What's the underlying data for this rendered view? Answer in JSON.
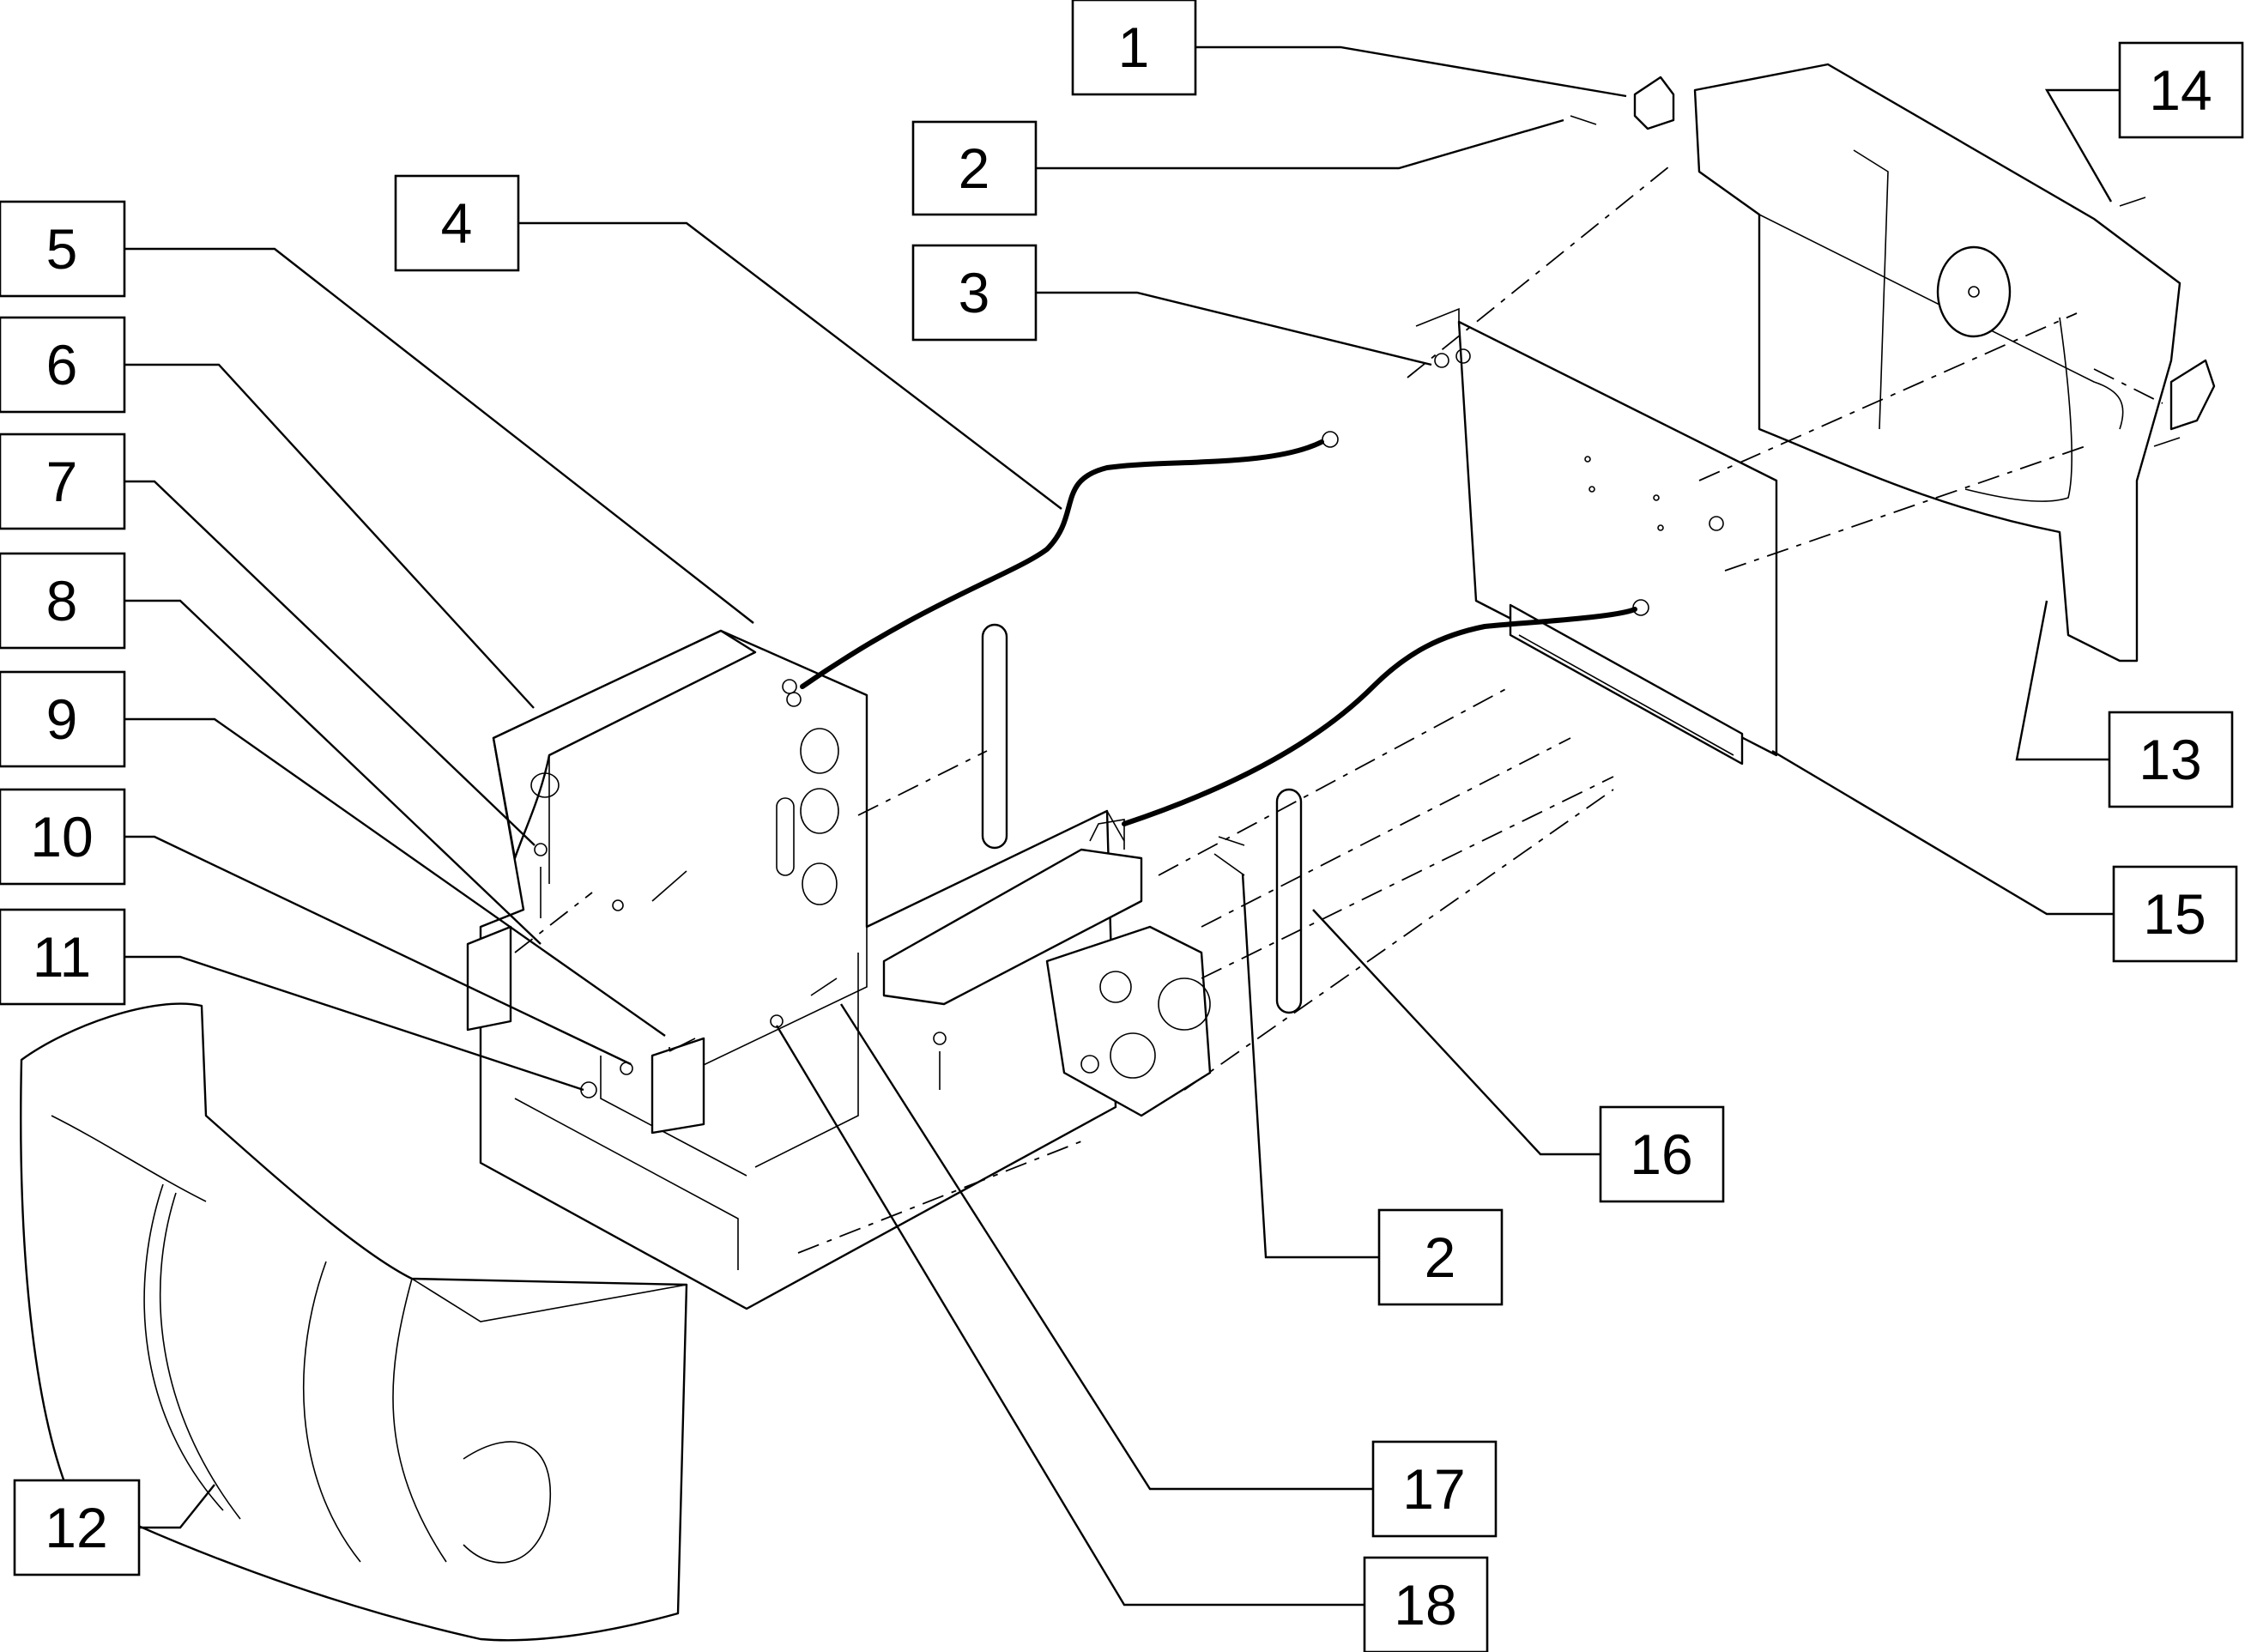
{
  "diagram": {
    "callouts": [
      {
        "id": "c1",
        "label": "1"
      },
      {
        "id": "c2a",
        "label": "2"
      },
      {
        "id": "c3",
        "label": "3"
      },
      {
        "id": "c4",
        "label": "4"
      },
      {
        "id": "c5",
        "label": "5"
      },
      {
        "id": "c6",
        "label": "6"
      },
      {
        "id": "c7",
        "label": "7"
      },
      {
        "id": "c8",
        "label": "8"
      },
      {
        "id": "c9",
        "label": "9"
      },
      {
        "id": "c10",
        "label": "10"
      },
      {
        "id": "c11",
        "label": "11"
      },
      {
        "id": "c12",
        "label": "12"
      },
      {
        "id": "c13",
        "label": "13"
      },
      {
        "id": "c14",
        "label": "14"
      },
      {
        "id": "c15",
        "label": "15"
      },
      {
        "id": "c16",
        "label": "16"
      },
      {
        "id": "c2b",
        "label": "2"
      },
      {
        "id": "c17",
        "label": "17"
      },
      {
        "id": "c18",
        "label": "18"
      }
    ]
  }
}
